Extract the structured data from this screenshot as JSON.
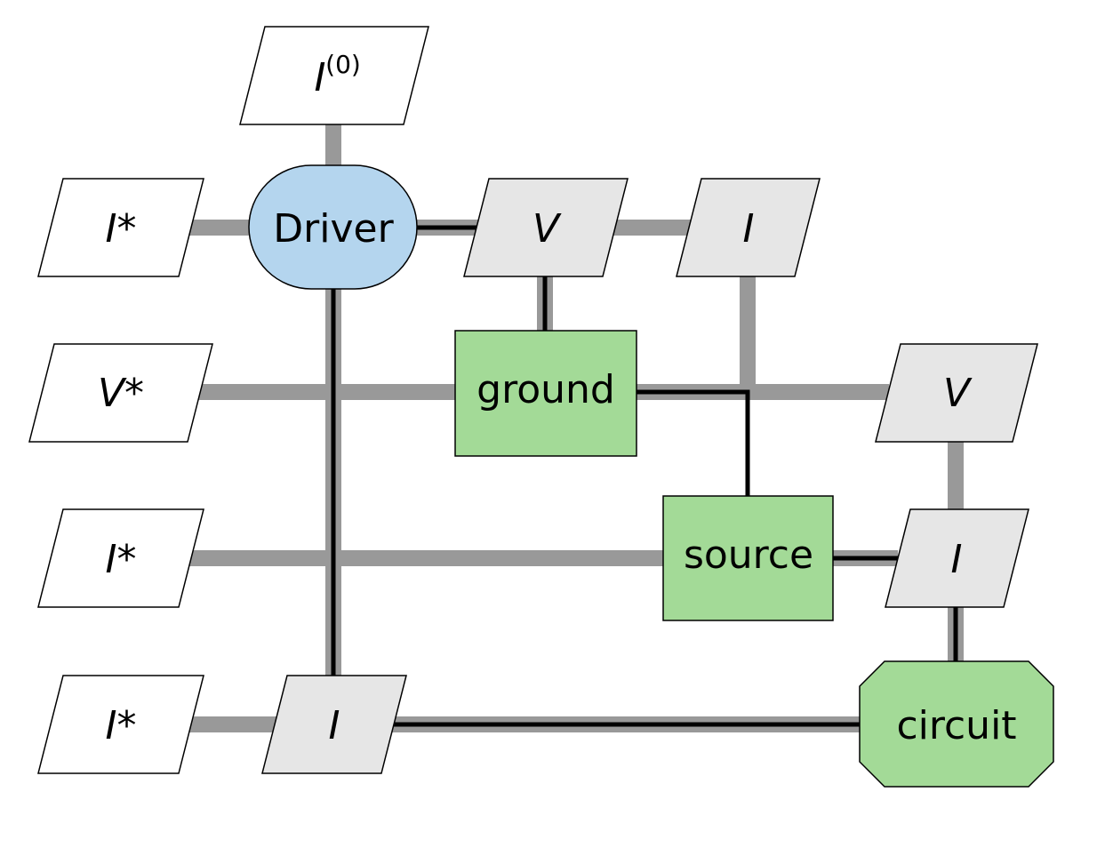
{
  "nodes": {
    "i0": {
      "label": "I",
      "sup": "(0)"
    },
    "driver": {
      "label": "Driver"
    },
    "i_star_1": {
      "label": "I*"
    },
    "v_star": {
      "label": "V*"
    },
    "i_star_2": {
      "label": "I*"
    },
    "i_star_3": {
      "label": "I*"
    },
    "v_top": {
      "label": "V"
    },
    "i_top": {
      "label": "I"
    },
    "ground": {
      "label": "ground"
    },
    "v_right": {
      "label": "V"
    },
    "source": {
      "label": "source"
    },
    "i_right": {
      "label": "I"
    },
    "i_bottom": {
      "label": "I"
    },
    "circuit": {
      "label": "circuit"
    }
  },
  "colors": {
    "input_fill": "#ffffff",
    "variable_fill": "#e6e6e6",
    "driver_fill": "#b4d5ee",
    "component_fill": "#a3da97",
    "wire_gray": "#999999",
    "wire_black": "#000000"
  }
}
